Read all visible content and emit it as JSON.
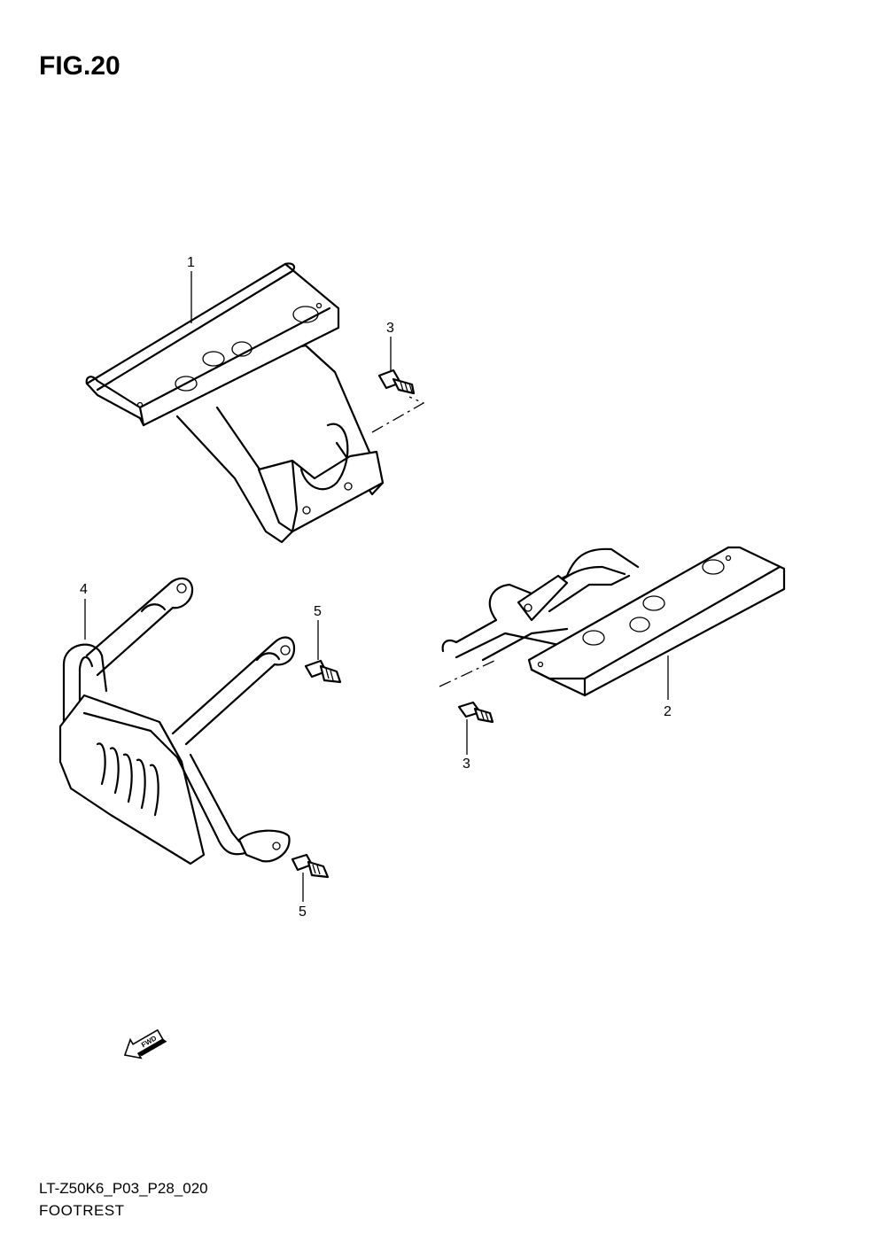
{
  "header": {
    "title": "FIG.20"
  },
  "callouts": {
    "part_1": "1",
    "part_2": "2",
    "part_3_upper": "3",
    "part_3_lower": "3",
    "part_4": "4",
    "part_5_upper": "5",
    "part_5_lower": "5"
  },
  "fwd_label": "FWD",
  "footer": {
    "model_code": "LT-Z50K6_P03_P28_020",
    "section_name": "FOOTREST"
  },
  "icons": {
    "fwd": "fwd-arrow-icon"
  }
}
